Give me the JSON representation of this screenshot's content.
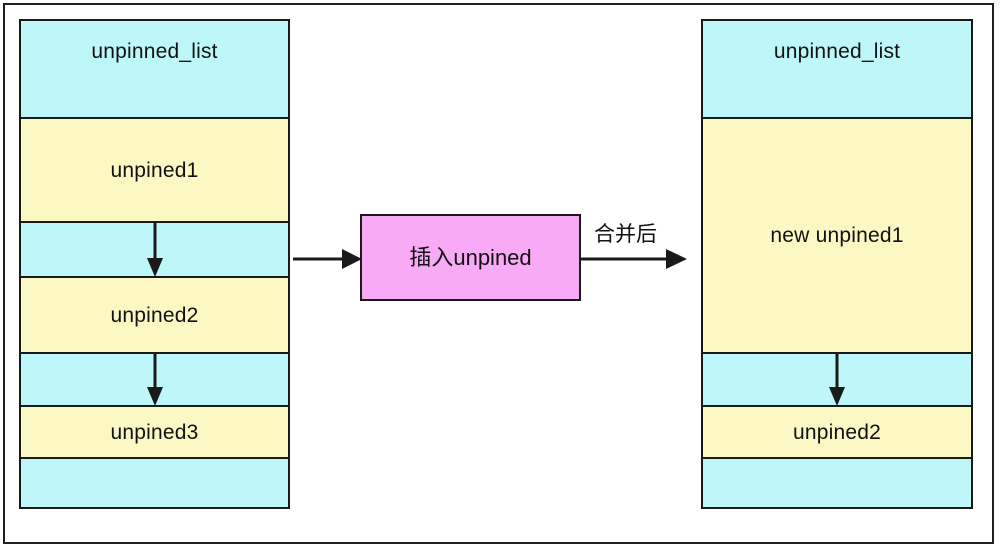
{
  "diagram": {
    "title": "unpinned_list merge diagram",
    "colors": {
      "header_fill": "#bdf7f9",
      "node_fill": "#fbf8c4",
      "process_fill": "#f9aaf7",
      "stroke": "#1a1a1a",
      "background": "#ffffff"
    },
    "left_column": {
      "name": "before-list",
      "rows": [
        {
          "label": "unpinned_list",
          "kind": "header",
          "fill": "cyan",
          "arrow": false
        },
        {
          "label": "unpined1",
          "kind": "node",
          "fill": "yellow",
          "arrow": false
        },
        {
          "label": "",
          "kind": "link",
          "fill": "cyan",
          "arrow": true
        },
        {
          "label": "unpined2",
          "kind": "node",
          "fill": "yellow",
          "arrow": false
        },
        {
          "label": "",
          "kind": "link",
          "fill": "cyan",
          "arrow": true
        },
        {
          "label": "unpined3",
          "kind": "node",
          "fill": "yellow",
          "arrow": false
        },
        {
          "label": "",
          "kind": "tail",
          "fill": "cyan",
          "arrow": false
        }
      ]
    },
    "process": {
      "name": "insert-unpined",
      "label": "插入unpined"
    },
    "edges": {
      "in_label": "",
      "out_label": "合并后"
    },
    "right_column": {
      "name": "after-list",
      "rows": [
        {
          "label": "unpinned_list",
          "kind": "header",
          "fill": "cyan",
          "arrow": false
        },
        {
          "label": "new unpined1",
          "kind": "node",
          "fill": "yellow",
          "arrow": false
        },
        {
          "label": "",
          "kind": "link",
          "fill": "cyan",
          "arrow": true
        },
        {
          "label": "unpined2",
          "kind": "node",
          "fill": "yellow",
          "arrow": false
        },
        {
          "label": "",
          "kind": "tail",
          "fill": "cyan",
          "arrow": false
        }
      ]
    }
  }
}
